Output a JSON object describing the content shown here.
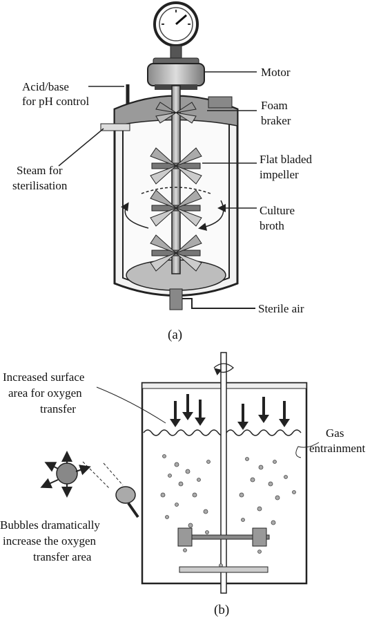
{
  "panel_a": {
    "labels": {
      "motor": "Motor",
      "acid_base_1": "Acid/base",
      "acid_base_2": "for pH control",
      "foam_1": "Foam",
      "foam_2": "braker",
      "steam_1": "Steam for",
      "steam_2": "sterilisation",
      "impeller_1": "Flat bladed",
      "impeller_2": "impeller",
      "culture_1": "Culture",
      "culture_2": "broth",
      "air": "Sterile air"
    },
    "caption": "(a)"
  },
  "panel_b": {
    "labels": {
      "surface_1": "Increased surface",
      "surface_2": "area for oxygen",
      "surface_3": "transfer",
      "gas_1": "Gas",
      "gas_2": "entrainment",
      "bubbles_1": "Bubbles dramatically",
      "bubbles_2": "increase the oxygen",
      "bubbles_3": "transfer area"
    },
    "caption": "(b)"
  }
}
